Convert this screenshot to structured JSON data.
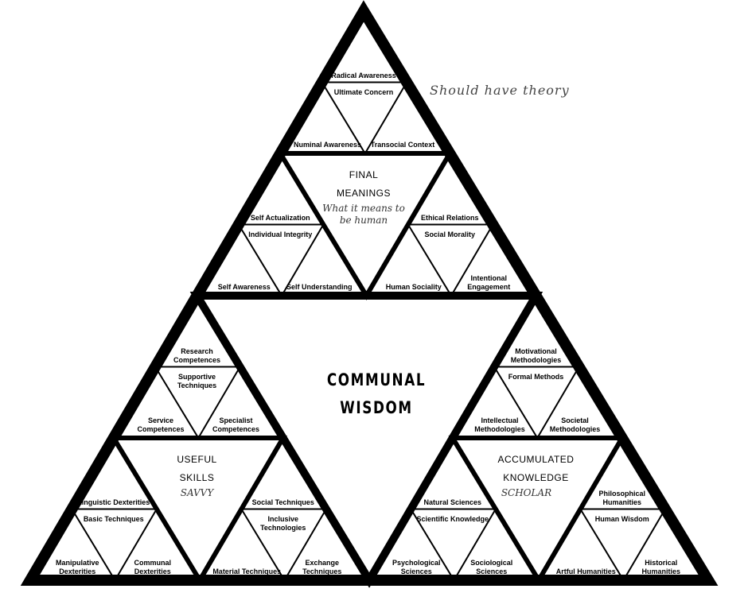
{
  "core": {
    "title_lines": [
      "COMMUNAL",
      "WISDOM"
    ]
  },
  "note": "Should have theory",
  "sections": [
    {
      "id": "top",
      "title_lines": [
        "FINAL",
        "MEANINGS"
      ],
      "handwriting": "What it means to be human",
      "subs": [
        {
          "top": "Radical Awareness",
          "center": "Ultimate Concern",
          "left": "Numinal Awareness",
          "right": "Transocial Context"
        },
        {
          "top": "Self Actualization",
          "center": "Individual Integrity",
          "left": "Self Awareness",
          "right": "Self Understanding"
        },
        {
          "top": "Ethical Relations",
          "center": "Social Morality",
          "left": "Human Sociality",
          "right": "Intentional Engagement"
        }
      ]
    },
    {
      "id": "left",
      "title_lines": [
        "USEFUL",
        "SKILLS"
      ],
      "handwriting": "SAVVY",
      "subs": [
        {
          "top": "Research Competences",
          "center": "Supportive Techniques",
          "left": "Service Competences",
          "right": "Specialist Competences"
        },
        {
          "top": "Linguistic Dexterities",
          "center": "Basic Techniques",
          "left": "Manipulative Dexterities",
          "right": "Communal Dexterities"
        },
        {
          "top": "Social Techniques",
          "center": "Inclusive Technologies",
          "left": "Material Techniques",
          "right": "Exchange Techniques"
        }
      ]
    },
    {
      "id": "right",
      "title_lines": [
        "ACCUMULATED",
        "KNOWLEDGE"
      ],
      "handwriting": "SCHOLAR",
      "subs": [
        {
          "top": "Motivational Methodologies",
          "center": "Formal Methods",
          "left": "Intellectual Methodologies",
          "right": "Societal Methodologies"
        },
        {
          "top": "Natural Sciences",
          "center": "Scientific Knowledge",
          "left": "Psychological Sciences",
          "right": "Sociological Sciences"
        },
        {
          "top": "Philosophical Humanities",
          "center": "Human Wisdom",
          "left": "Artful Humanities",
          "right": "Historical Humanities"
        }
      ]
    }
  ]
}
